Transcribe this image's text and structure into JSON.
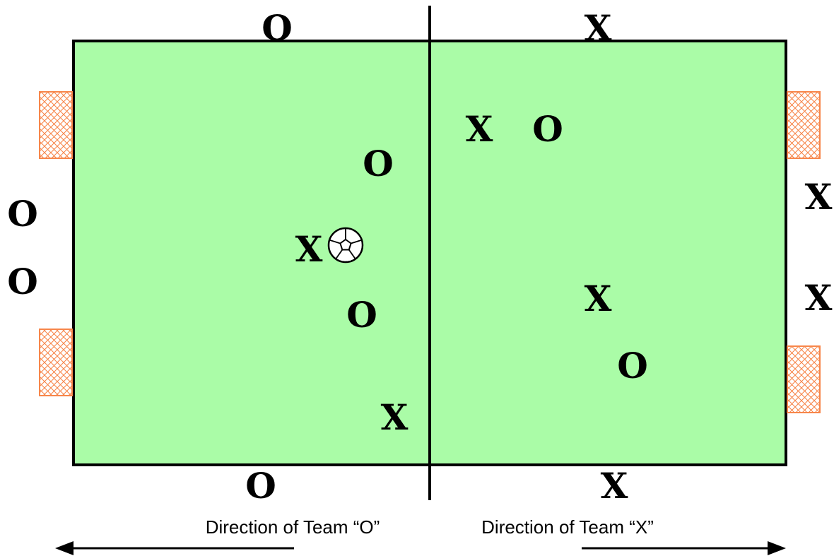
{
  "colors": {
    "field": "#AAFCA7",
    "lines": "#000000",
    "goal": "#F7864A",
    "background": "#FFFFFF"
  },
  "players": [
    {
      "id": "top-left-o",
      "label": "O"
    },
    {
      "id": "top-right-x",
      "label": "X"
    },
    {
      "id": "right-half-x1",
      "label": "X"
    },
    {
      "id": "right-half-o1",
      "label": "O"
    },
    {
      "id": "left-half-o1",
      "label": "O"
    },
    {
      "id": "left-sideline-o1",
      "label": "O"
    },
    {
      "id": "right-sideline-x1",
      "label": "X"
    },
    {
      "id": "ball-carrier-x",
      "label": "X"
    },
    {
      "id": "left-sideline-o2",
      "label": "O"
    },
    {
      "id": "right-sideline-x2",
      "label": "X"
    },
    {
      "id": "right-half-x2",
      "label": "X"
    },
    {
      "id": "left-half-o2",
      "label": "O"
    },
    {
      "id": "right-half-o2",
      "label": "O"
    },
    {
      "id": "left-half-x",
      "label": "X"
    },
    {
      "id": "bottom-left-o",
      "label": "O"
    },
    {
      "id": "bottom-right-x",
      "label": "X"
    }
  ],
  "captions": {
    "team_o_direction": "Direction of Team “O”",
    "team_x_direction": "Direction of Team “X”"
  },
  "icons": {
    "ball": "soccer-ball-icon",
    "arrow_left": "arrow-left-icon",
    "arrow_right": "arrow-right-icon"
  }
}
